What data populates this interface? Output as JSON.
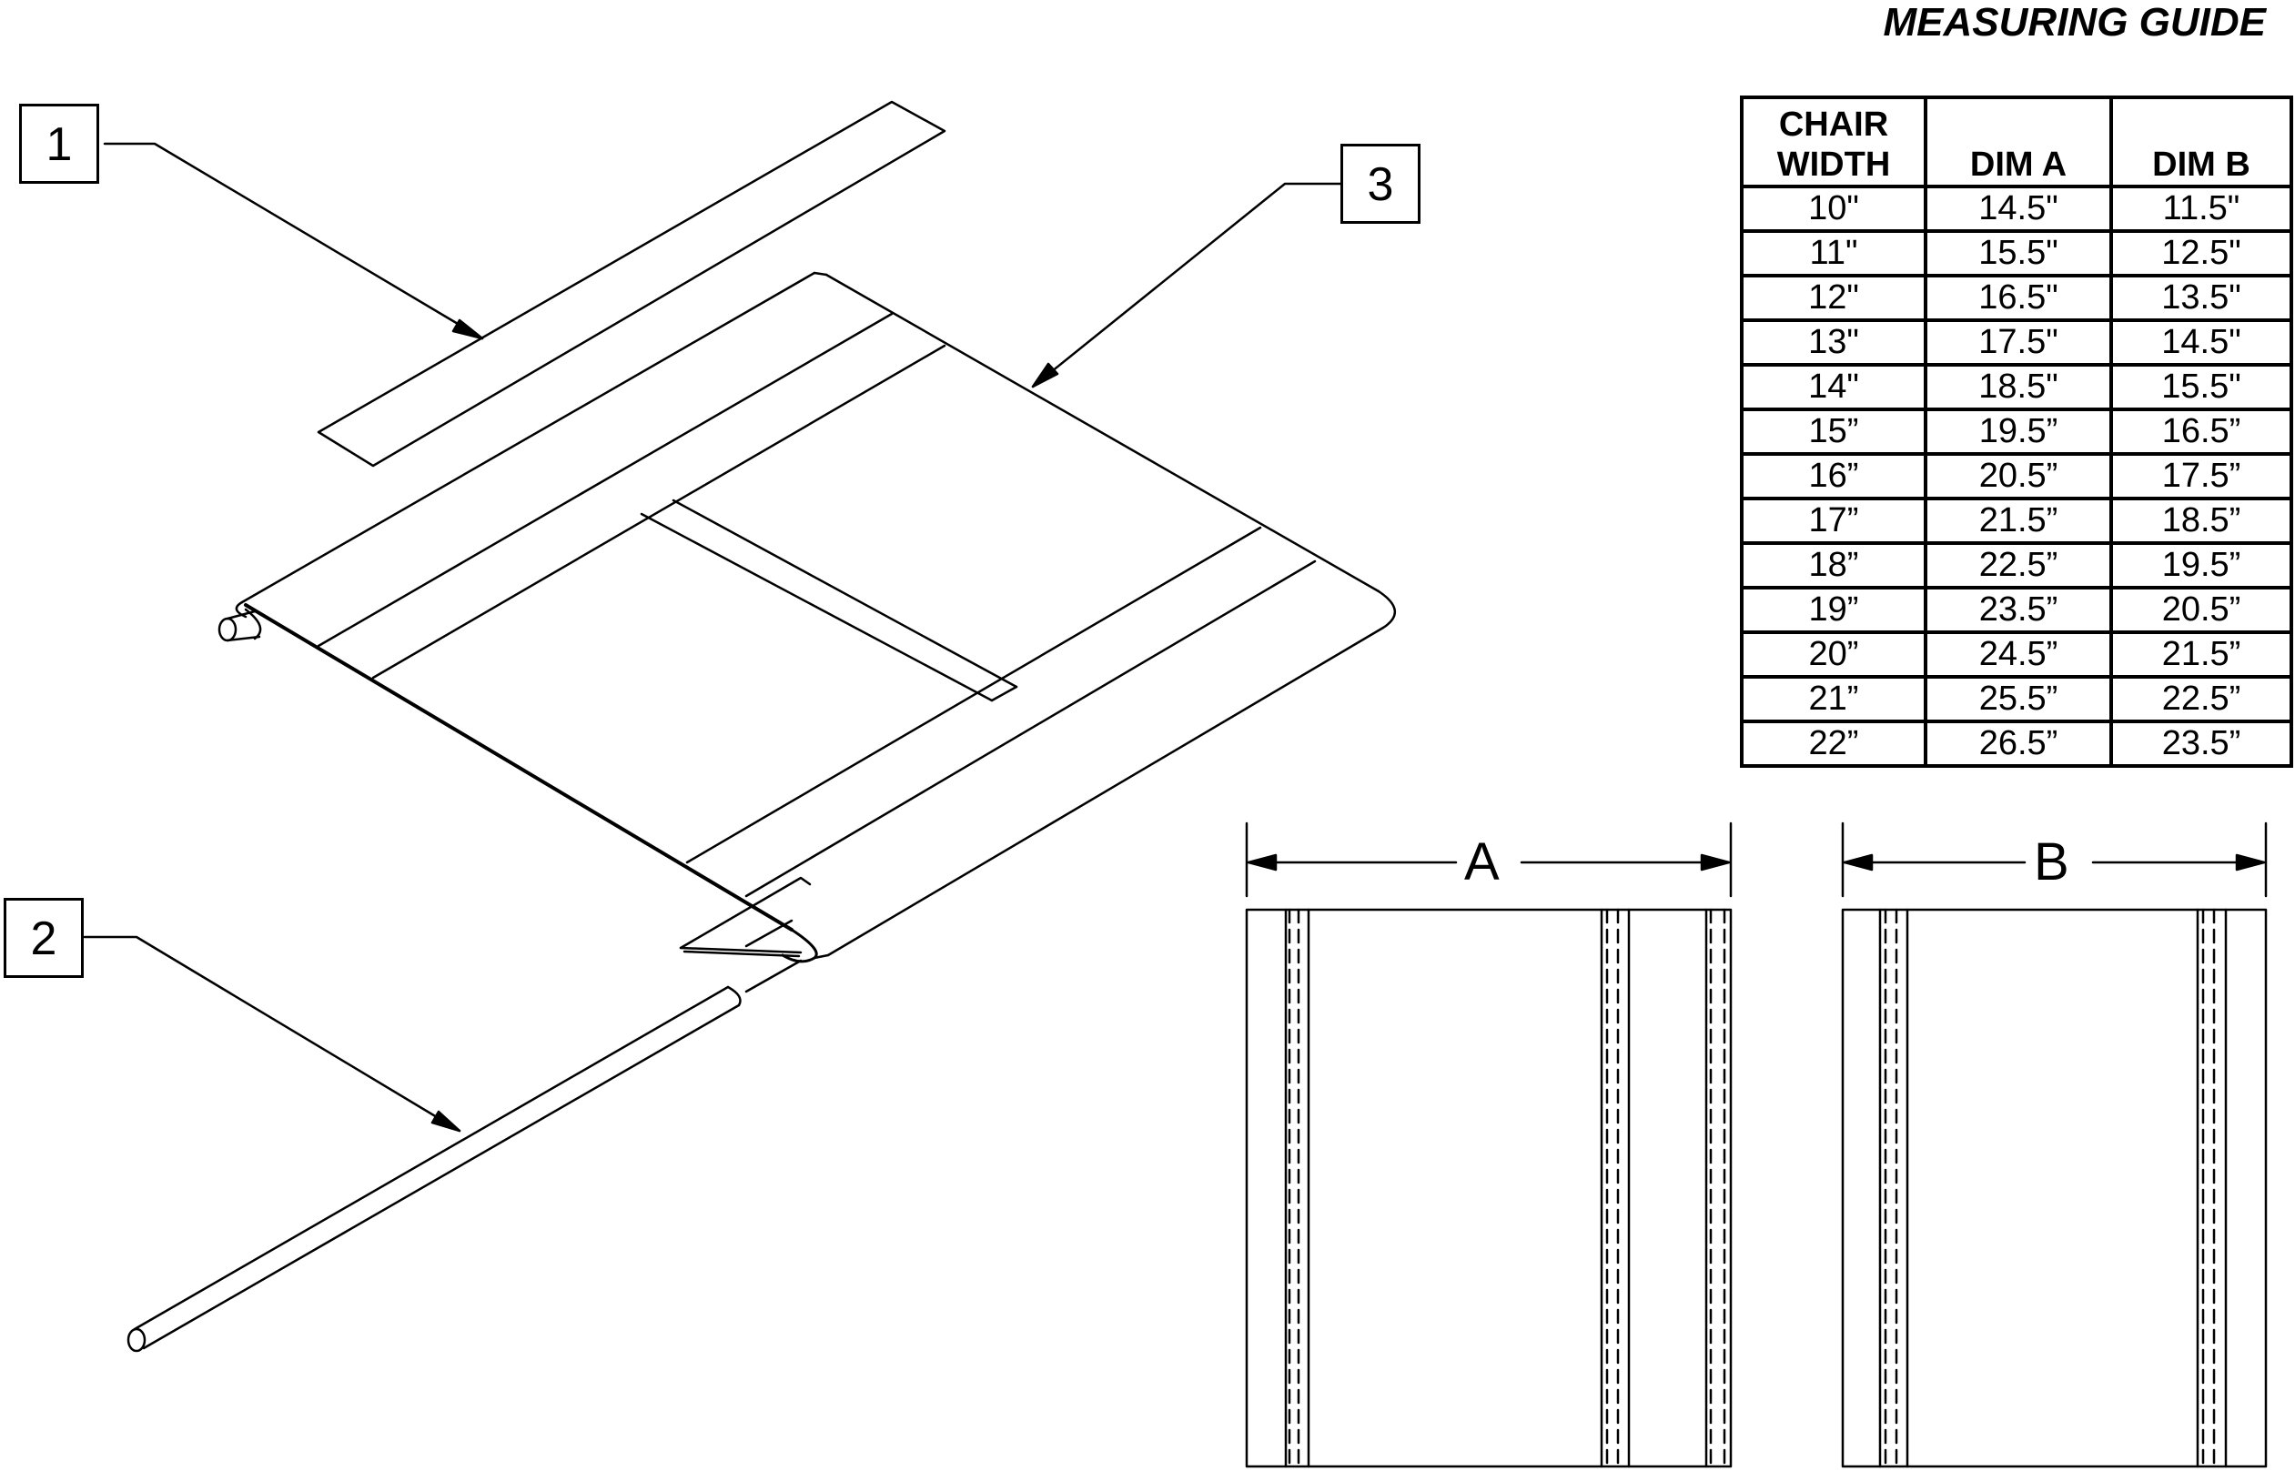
{
  "guide": {
    "title": "MEASURING GUIDE",
    "headers": {
      "width_line1": "CHAIR",
      "width_line2": "WIDTH",
      "dim_a": "DIM A",
      "dim_b": "DIM B"
    },
    "rows": [
      [
        "10\"",
        "14.5\"",
        "11.5\""
      ],
      [
        "11\"",
        "15.5\"",
        "12.5\""
      ],
      [
        "12\"",
        "16.5\"",
        "13.5\""
      ],
      [
        "13\"",
        "17.5\"",
        "14.5\""
      ],
      [
        "14\"",
        "18.5\"",
        "15.5\""
      ],
      [
        "15”",
        "19.5”",
        "16.5”"
      ],
      [
        "16”",
        "20.5”",
        "17.5”"
      ],
      [
        "17”",
        "21.5”",
        "18.5”"
      ],
      [
        "18”",
        "22.5”",
        "19.5”"
      ],
      [
        "19”",
        "23.5”",
        "20.5”"
      ],
      [
        "20”",
        "24.5”",
        "21.5”"
      ],
      [
        "21”",
        "25.5”",
        "22.5”"
      ],
      [
        "22”",
        "26.5”",
        "23.5”"
      ]
    ]
  },
  "callouts": {
    "c1": "1",
    "c2": "2",
    "c3": "3"
  },
  "dimensions": {
    "a": "A",
    "b": "B"
  }
}
